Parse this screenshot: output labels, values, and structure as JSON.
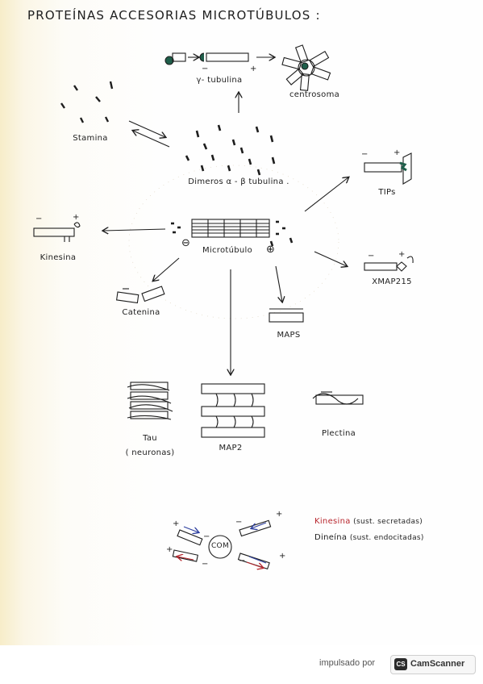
{
  "title": "PROTEÍNAS ACCESORIAS MICROTÚBULOS :",
  "labels": {
    "gamma_tubulin": "γ- tubulina",
    "centrosome": "centrosoma",
    "stamina": "Stamina",
    "dimers": "Dimeros α - β tubulina .",
    "tips": "TIPs",
    "kinesin": "Kinesina",
    "microtubule": "Microtúbulo",
    "xmap215": "XMAP215",
    "catenin": "Catenina",
    "maps": "MAPS",
    "tau": "Tau",
    "tau_note": "( neuronas)",
    "map2": "MAP2",
    "plectin": "Plectina",
    "com": "COM"
  },
  "polarity": {
    "plus": "+",
    "minus": "−",
    "minus_circled": "⊖",
    "plus_circled": "⊕"
  },
  "legend": {
    "kinesin_word": "Kinesina",
    "kinesin_note": "(sust. secretadas)",
    "dynein_word": "Dineína",
    "dynein_note": "(sust. endocitadas)",
    "kinesin_color": "#b8272e",
    "dynein_color": "#2c3e9e"
  },
  "footer": {
    "powered_by": "impulsado por",
    "logo_mark": "CS",
    "brand": "CamScanner"
  }
}
